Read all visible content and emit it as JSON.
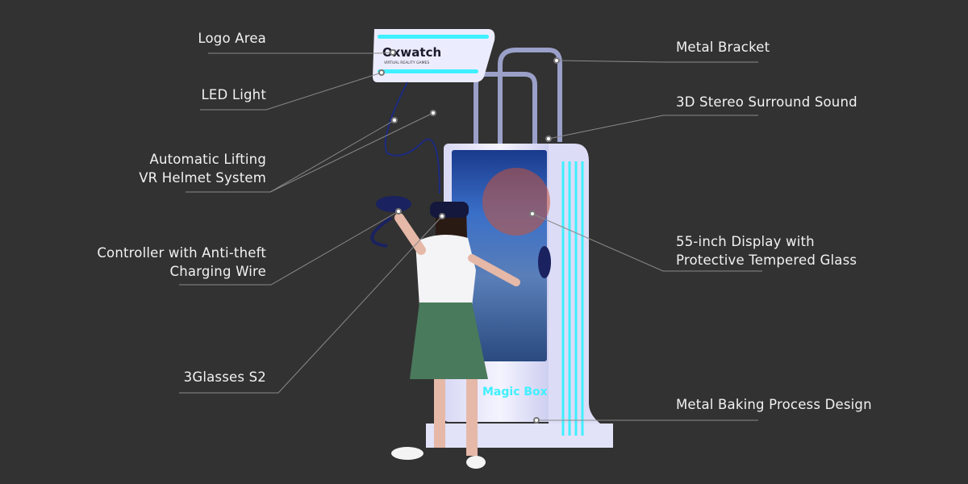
{
  "labels_left": [
    {
      "id": "logo-area",
      "lines": [
        "Logo Area"
      ]
    },
    {
      "id": "led-light",
      "lines": [
        "LED Light"
      ]
    },
    {
      "id": "helmet-system",
      "lines": [
        "Automatic Lifting",
        "VR Helmet System"
      ]
    },
    {
      "id": "controller",
      "lines": [
        "Controller with Anti-theft",
        "Charging Wire"
      ]
    },
    {
      "id": "glasses",
      "lines": [
        "3Glasses S2"
      ]
    }
  ],
  "labels_right": [
    {
      "id": "metal-bracket",
      "lines": [
        "Metal Bracket"
      ]
    },
    {
      "id": "stereo-sound",
      "lines": [
        "3D Stereo Surround Sound"
      ]
    },
    {
      "id": "display",
      "lines": [
        "55-inch Display with",
        "Protective Tempered Glass"
      ]
    },
    {
      "id": "baking-design",
      "lines": [
        "Metal Baking Process Design"
      ]
    }
  ],
  "product": {
    "logo_text": "Oxwatch",
    "logo_subtitle": "VIRTUAL REALITY GAMES",
    "base_text": "Magic Box"
  },
  "colors": {
    "background": "#323232",
    "led": "#3ff0ff",
    "kiosk": "#e8e8fb",
    "line": "#8a8a8a"
  }
}
